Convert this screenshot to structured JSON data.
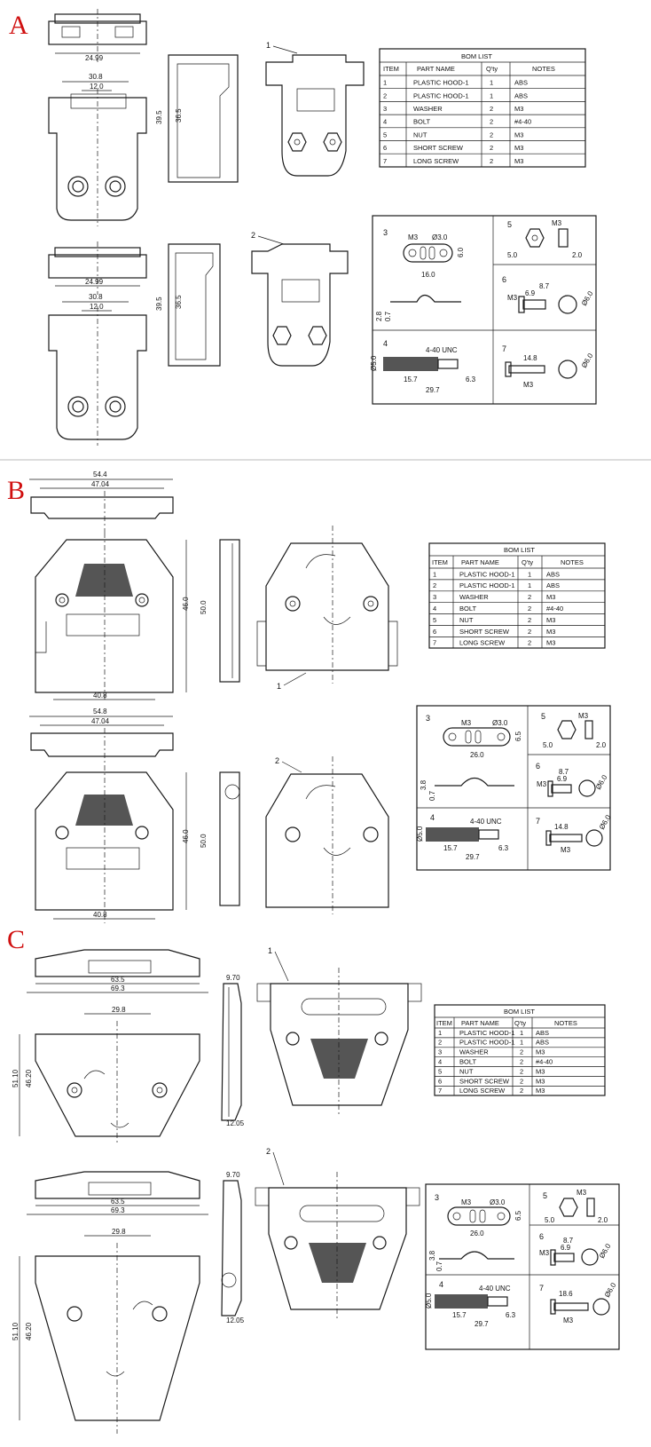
{
  "colors": {
    "section_letter": "#d01010",
    "line": "#1a1a1a",
    "background": "#ffffff"
  },
  "sections": [
    {
      "letter": "A",
      "top_dims": {
        "width_inner": "24.99"
      },
      "front_dims": {
        "outer": "30.8",
        "inner": "12.0"
      },
      "side_dims": {
        "outer": "39.5",
        "inner": "36.5"
      },
      "lower_top_dims": {
        "width_inner": "24.99"
      },
      "lower_front_dims": {
        "outer": "30.8",
        "inner": "12.0"
      },
      "lower_side_dims": {
        "outer": "39.5",
        "inner": "36.5"
      },
      "part_labels": [
        "1",
        "2"
      ],
      "bom": {
        "title": "BOM LIST",
        "headers": [
          "ITEM",
          "PART NAME",
          "Q'ty",
          "NOTES"
        ],
        "rows": [
          [
            "1",
            "PLASTIC HOOD-1",
            "1",
            "ABS"
          ],
          [
            "2",
            "PLASTIC HOOD-1",
            "1",
            "ABS"
          ],
          [
            "3",
            "WASHER",
            "2",
            "M3"
          ],
          [
            "4",
            "BOLT",
            "2",
            "#4-40"
          ],
          [
            "5",
            "NUT",
            "2",
            "M3"
          ],
          [
            "6",
            "SHORT SCREW",
            "2",
            "M3"
          ],
          [
            "7",
            "LONG SCREW",
            "2",
            "M3"
          ]
        ]
      },
      "hardware": {
        "washer": {
          "num": "3",
          "d1": "M3",
          "d2": "Ø3.0",
          "len": "16.0",
          "h": "6.0",
          "t1": "2.8",
          "t2": "0.7"
        },
        "nut": {
          "num": "5",
          "thread": "M3",
          "w": "5.0",
          "t": "2.0"
        },
        "short_screw": {
          "num": "6",
          "len": "8.7",
          "shank": "6.9",
          "thread": "M3",
          "head": "Ø6.0"
        },
        "bolt": {
          "num": "4",
          "thread": "4-40 UNC",
          "d": "Ø5.0",
          "len1": "15.7",
          "len2": "6.3",
          "total": "29.7"
        },
        "long_screw": {
          "num": "7",
          "len": "14.8",
          "thread": "M3",
          "head": "Ø6.0"
        }
      }
    },
    {
      "letter": "B",
      "top_dims": {
        "outer": "54.4",
        "inner": "47.04"
      },
      "front_dims": {
        "bottom": "40.8",
        "h1": "46.0",
        "h2": "50.0"
      },
      "lower_top_dims": {
        "outer": "54.8",
        "inner": "47.04"
      },
      "lower_front_dims": {
        "bottom": "40.8",
        "h1": "46.0",
        "h2": "50.0"
      },
      "part_labels": [
        "1",
        "2"
      ],
      "bom": {
        "title": "BOM LIST",
        "headers": [
          "ITEM",
          "PART NAME",
          "Q'ty",
          "NOTES"
        ],
        "rows": [
          [
            "1",
            "PLASTIC HOOD-1",
            "1",
            "ABS"
          ],
          [
            "2",
            "PLASTIC HOOD-1",
            "1",
            "ABS"
          ],
          [
            "3",
            "WASHER",
            "2",
            "M3"
          ],
          [
            "4",
            "BOLT",
            "2",
            "#4-40"
          ],
          [
            "5",
            "NUT",
            "2",
            "M3"
          ],
          [
            "6",
            "SHORT SCREW",
            "2",
            "M3"
          ],
          [
            "7",
            "LONG SCREW",
            "2",
            "M3"
          ]
        ]
      },
      "hardware": {
        "washer": {
          "num": "3",
          "d1": "M3",
          "d2": "Ø3.0",
          "len": "26.0",
          "h": "6.5",
          "t1": "3.8",
          "t2": "0.7"
        },
        "nut": {
          "num": "5",
          "thread": "M3",
          "w": "5.0",
          "t": "2.0"
        },
        "short_screw": {
          "num": "6",
          "len": "8.7",
          "shank": "6.9",
          "thread": "M3",
          "head": "Ø6.0"
        },
        "bolt": {
          "num": "4",
          "thread": "4-40 UNC",
          "d": "Ø5.0",
          "len1": "15.7",
          "len2": "6.3",
          "total": "29.7"
        },
        "long_screw": {
          "num": "7",
          "len": "14.8",
          "thread": "M3",
          "head": "Ø6.0"
        }
      }
    },
    {
      "letter": "C",
      "top_dims": {
        "inner": "63.5",
        "outer": "69.3"
      },
      "front_dims": {
        "top": "29.8",
        "h1": "51.10",
        "h2": "46.20"
      },
      "side_dims": {
        "top": "9.70",
        "bottom": "12.05"
      },
      "lower_top_dims": {
        "inner": "63.5",
        "outer": "69.3"
      },
      "lower_front_dims": {
        "top": "29.8",
        "h1": "51.10",
        "h2": "46.20"
      },
      "lower_side_dims": {
        "top": "9.70",
        "bottom": "12.05"
      },
      "part_labels": [
        "1",
        "2"
      ],
      "bom": {
        "title": "BOM LIST",
        "headers": [
          "ITEM",
          "PART NAME",
          "Q'ty",
          "NOTES"
        ],
        "rows": [
          [
            "1",
            "PLASTIC HOOD-1",
            "1",
            "ABS"
          ],
          [
            "2",
            "PLASTIC HOOD-1",
            "1",
            "ABS"
          ],
          [
            "3",
            "WASHER",
            "2",
            "M3"
          ],
          [
            "4",
            "BOLT",
            "2",
            "#4-40"
          ],
          [
            "5",
            "NUT",
            "2",
            "M3"
          ],
          [
            "6",
            "SHORT SCREW",
            "2",
            "M3"
          ],
          [
            "7",
            "LONG SCREW",
            "2",
            "M3"
          ]
        ]
      },
      "hardware": {
        "washer": {
          "num": "3",
          "d1": "M3",
          "d2": "Ø3.0",
          "len": "26.0",
          "h": "6.5",
          "t1": "3.8",
          "t2": "0.7"
        },
        "nut": {
          "num": "5",
          "thread": "M3",
          "w": "5.0",
          "t": "2.0"
        },
        "short_screw": {
          "num": "6",
          "len": "8.7",
          "shank": "6.9",
          "thread": "M3",
          "head": "Ø6.0"
        },
        "bolt": {
          "num": "4",
          "thread": "4-40 UNC",
          "d": "Ø5.0",
          "len1": "15.7",
          "len2": "6.3",
          "total": "29.7"
        },
        "long_screw": {
          "num": "7",
          "len": "18.6",
          "thread": "M3",
          "head": "Ø6.0"
        }
      }
    }
  ]
}
